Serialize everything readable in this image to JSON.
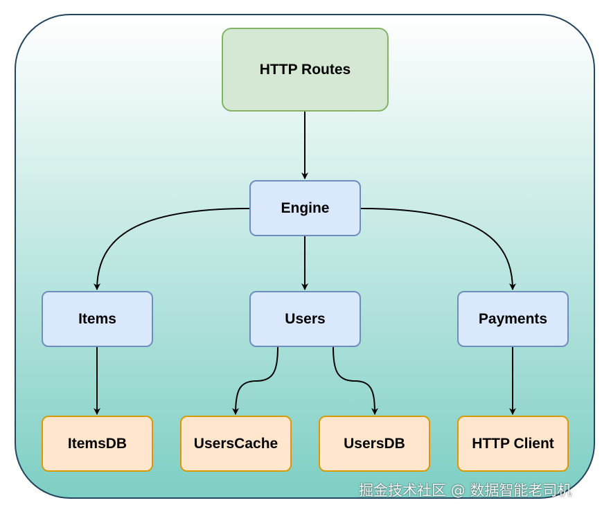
{
  "nodes": {
    "http_routes": "HTTP Routes",
    "engine": "Engine",
    "items": "Items",
    "users": "Users",
    "payments": "Payments",
    "items_db": "ItemsDB",
    "users_cache": "UsersCache",
    "users_db": "UsersDB",
    "http_client": "HTTP Client"
  },
  "edges": [
    {
      "from": "HTTP Routes",
      "to": "Engine"
    },
    {
      "from": "Engine",
      "to": "Items"
    },
    {
      "from": "Engine",
      "to": "Users"
    },
    {
      "from": "Engine",
      "to": "Payments"
    },
    {
      "from": "Items",
      "to": "ItemsDB"
    },
    {
      "from": "Users",
      "to": "UsersCache"
    },
    {
      "from": "Users",
      "to": "UsersDB"
    },
    {
      "from": "Payments",
      "to": "HTTP Client"
    }
  ],
  "colors": {
    "frame_border": "#23445d",
    "frame_gradient_top": "#ffffff",
    "frame_gradient_bottom": "#7ecfc4",
    "green_fill": "#d5e8d4",
    "green_border": "#82b366",
    "blue_fill": "#dae8fc",
    "blue_border": "#6c8ebf",
    "orange_fill": "#ffe6cc",
    "orange_border": "#d79b00"
  },
  "watermark": "掘金技术社区 @ 数据智能老司机"
}
